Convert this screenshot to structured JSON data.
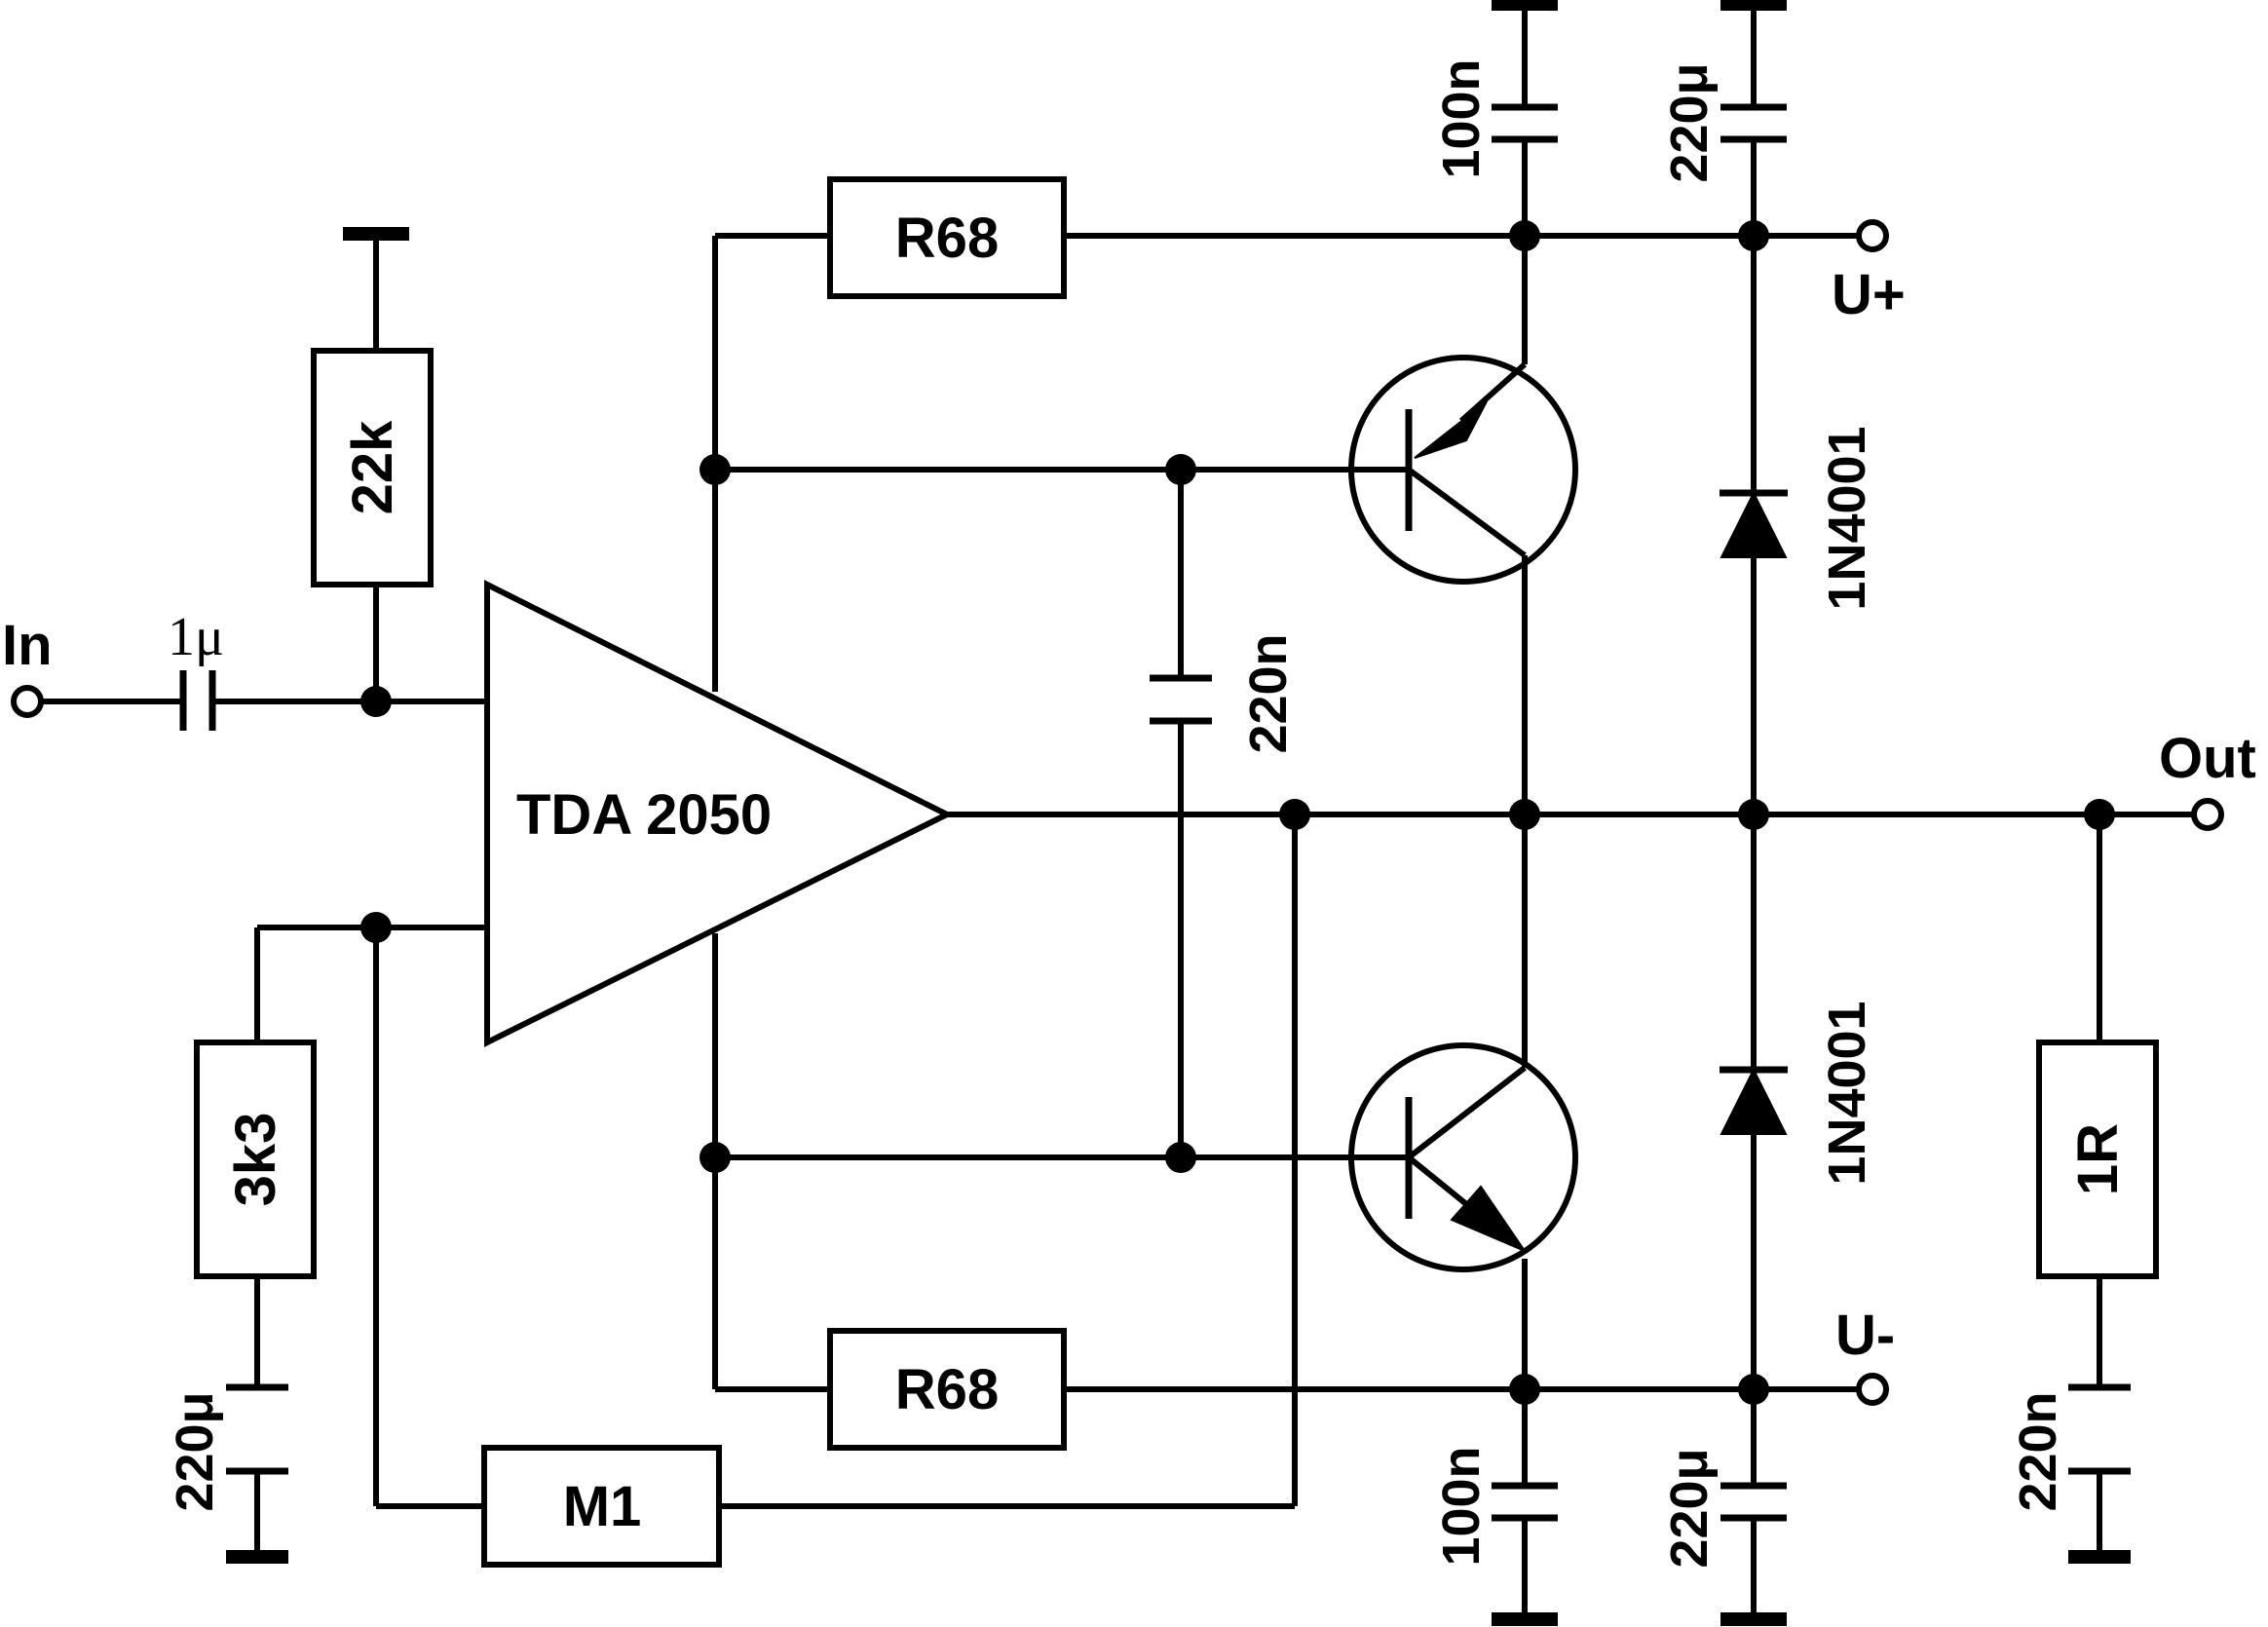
{
  "amplifier": {
    "label": "TDA 2050"
  },
  "terminals": {
    "input": "In",
    "output": "Out",
    "supply_positive": "U+",
    "supply_negative": "U-"
  },
  "resistors": {
    "bias_input": "22k",
    "feedback_ground": "3k3",
    "feedback": "M1",
    "sense_top": "R68",
    "sense_bottom": "R68",
    "zobel": "1R"
  },
  "capacitors": {
    "input_coupling": "1μ",
    "feedback_ground": "220μ",
    "compensation": "220n",
    "decoupling_top_small": "100n",
    "decoupling_top_large": "220μ",
    "decoupling_bottom_small": "100n",
    "decoupling_bottom_large": "220μ",
    "zobel": "220n"
  },
  "diodes": {
    "top": "1N4001",
    "bottom": "1N4001"
  }
}
